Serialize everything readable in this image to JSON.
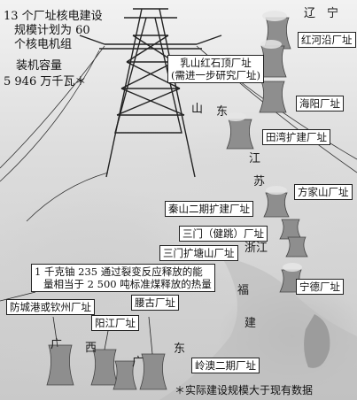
{
  "header": {
    "line1": "13 个厂址核电建设",
    "line2": "规模计划为 60",
    "line3": "个核电机组",
    "capacity_label": "装机容量",
    "capacity_value": "5 946 万千瓦＊"
  },
  "provinces": {
    "liaoning": "辽　宁",
    "shandong_1": "山",
    "shandong_2": "东",
    "jiangsu_1": "江",
    "jiangsu_2": "苏",
    "zhejiang": "浙江",
    "fujian_1": "福",
    "fujian_2": "建",
    "guangxi_1": "广",
    "guangxi_2": "西",
    "guangdong_1": "广",
    "guangdong_2": "东"
  },
  "sites": {
    "honghe": "红河沿厂址",
    "rushan": "乳山红石顶厂址",
    "rushan_note": "(需进一步研究厂址)",
    "haiyang": "海阳厂址",
    "tianwan": "田湾扩建厂址",
    "fangjiashan": "方家山厂址",
    "qinshan": "秦山二期扩建厂址",
    "sanmen_jianTiao": "三门（健跳）厂址",
    "sanmen_kuotang": "三门扩塘山厂址",
    "ningde": "宁德厂址",
    "fangchenggang": "防城港或钦州厂址",
    "yangjiang": "阳江厂址",
    "yaogu": "腰古厂址",
    "lingao": "岭澳二期厂址"
  },
  "info_note": {
    "line1": "1 千克铀 235 通过裂变反应释放的能",
    "line2": "量相当于 2 500 吨标准煤释放的热量"
  },
  "footnote": "＊实际建设规模大于现有数据",
  "colors": {
    "box_border": "#222222",
    "tower_fill": "#9a9a9a",
    "land": "#cfcfcf"
  }
}
